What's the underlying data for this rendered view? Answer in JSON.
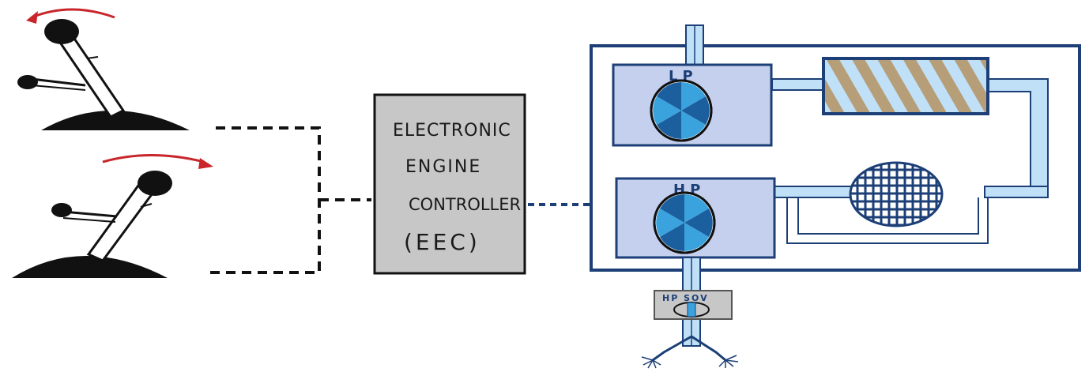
{
  "eec": {
    "line1": "ELECTRONIC",
    "line2": "ENGINE",
    "line3": "CONTROLLER",
    "line4": "(EEC)"
  },
  "engine": {
    "lp_label": "LP",
    "hp_label": "HP",
    "sov_label": "HP SOV"
  },
  "colors": {
    "navy": "#1c3f77",
    "panel": "#c5d0ee",
    "duct_light": "#bfe0f7",
    "fan_blue": "#3aa2dd",
    "eec_gray": "#c7c7c7",
    "arrow_red": "#c8262a",
    "hatch_tan": "#b69e78"
  }
}
